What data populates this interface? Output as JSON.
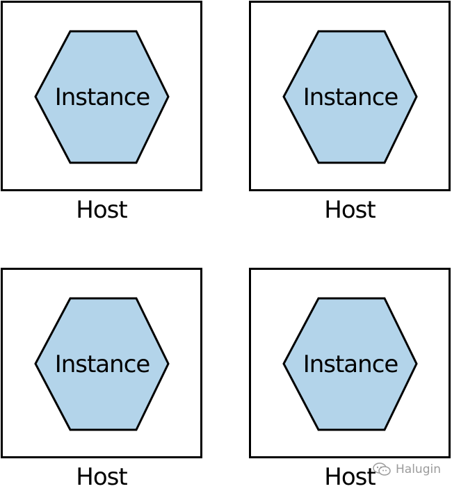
{
  "colors": {
    "hexagon_fill": "#b3d4ea",
    "stroke": "#000000",
    "background": "#ffffff",
    "watermark": "#8a8a8a"
  },
  "hosts": [
    {
      "instance_label": "Instance",
      "host_label": "Host"
    },
    {
      "instance_label": "Instance",
      "host_label": "Host"
    },
    {
      "instance_label": "Instance",
      "host_label": "Host"
    },
    {
      "instance_label": "Instance",
      "host_label": "Host"
    }
  ],
  "watermark": {
    "icon": "wechat-icon",
    "text": "Halugin"
  }
}
